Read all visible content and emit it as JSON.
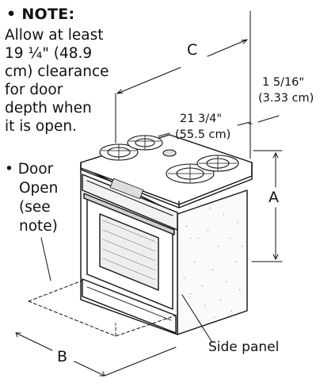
{
  "note": {
    "title": "• NOTE:",
    "lines": [
      "Allow at least",
      "19 ¼\" (48.9",
      "cm) clearance",
      "for door",
      "depth when",
      "it is open."
    ]
  },
  "door_open": {
    "lines": [
      "• Door",
      "Open",
      "(see",
      "note)"
    ]
  },
  "dimensions": {
    "c_label": "C",
    "a_label": "A",
    "b_label": "B",
    "depth_in": "21 3/4\"",
    "depth_cm": "(55.5 cm)",
    "side_in": "1 5/16\"",
    "side_cm": "(3.33 cm)"
  },
  "side_panel_label": "Side panel"
}
